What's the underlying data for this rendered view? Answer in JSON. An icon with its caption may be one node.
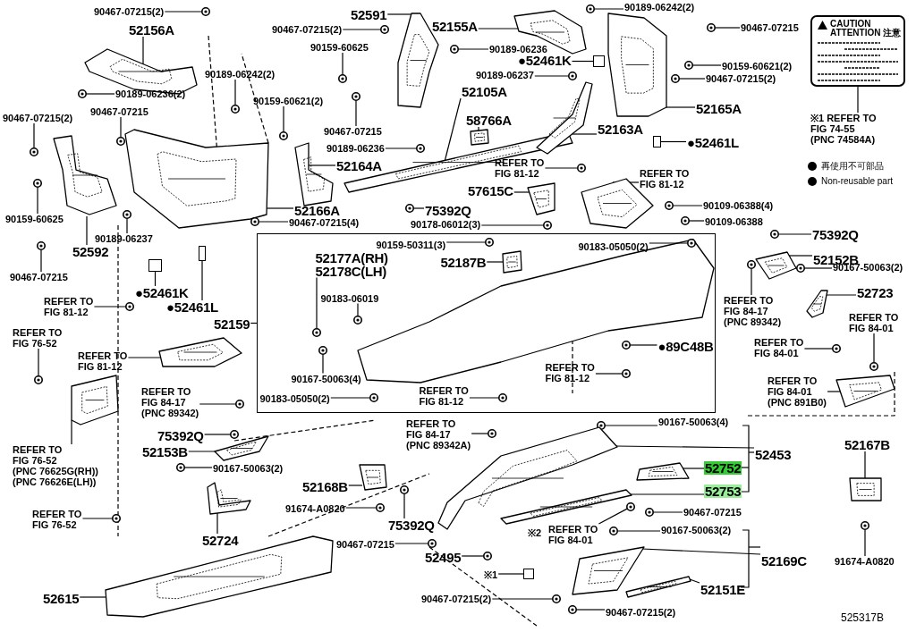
{
  "diagram": {
    "nodes": [
      {
        "text": [
          "90467-07215(2)"
        ]
      },
      {
        "text": [
          "52156A"
        ]
      },
      {
        "text": [
          "90189-06236(2)"
        ]
      },
      {
        "text": [
          "90467-07215"
        ]
      },
      {
        "text": [
          "90467-07215(2)"
        ]
      },
      {
        "text": [
          "90189-06242(2)"
        ]
      },
      {
        "text": [
          "90159-60621(2)"
        ]
      },
      {
        "text": [
          "52591"
        ]
      },
      {
        "text": [
          "90467-07215(2)"
        ]
      },
      {
        "text": [
          "90159-60625"
        ]
      },
      {
        "text": [
          "90467-07215"
        ]
      },
      {
        "text": [
          "90189-06236"
        ]
      },
      {
        "text": [
          "52164A"
        ]
      },
      {
        "text": [
          "52166A"
        ]
      },
      {
        "text": [
          "90159-60625"
        ]
      },
      {
        "text": [
          "52155A"
        ]
      },
      {
        "text": [
          "90189-06242(2)"
        ]
      },
      {
        "text": [
          "90467-07215"
        ]
      },
      {
        "text": [
          "90189-06236"
        ]
      },
      {
        "text": [
          "●52461K"
        ]
      },
      {
        "text": [
          "90189-06237"
        ]
      },
      {
        "text": [
          "52105A"
        ]
      },
      {
        "text": [
          "58766A"
        ]
      },
      {
        "text": [
          "90159-60621(2)"
        ]
      },
      {
        "text": [
          "90467-07215(2)"
        ]
      },
      {
        "text": [
          "52165A"
        ]
      },
      {
        "text": [
          "52163A"
        ]
      },
      {
        "text": [
          "●52461L"
        ]
      },
      {
        "text": [
          "CAUTION ATTENTION 注意"
        ]
      },
      {
        "text": [
          "※1 REFER TO FIG 74-55 (PNC 74584A)"
        ]
      },
      {
        "text": [
          "REFER TO FIG 81-12"
        ]
      },
      {
        "text": [
          "REFER TO FIG 81-12"
        ]
      },
      {
        "text": [
          "57615C"
        ]
      },
      {
        "text": [
          "75392Q"
        ]
      },
      {
        "text": [
          "90178-06012(3)"
        ]
      },
      {
        "text": [
          "90109-06388(4)"
        ]
      },
      {
        "text": [
          "90109-06388"
        ]
      },
      {
        "text": [
          "90467-07215(4)"
        ]
      },
      {
        "text": [
          "52592"
        ]
      },
      {
        "text": [
          "90189-06237"
        ]
      },
      {
        "text": [
          "90467-07215"
        ]
      },
      {
        "text": [
          "●52461K"
        ]
      },
      {
        "text": [
          "●52461L"
        ]
      },
      {
        "text": [
          "REFER TO FIG 81-12"
        ]
      },
      {
        "text": [
          "REFER TO FIG 76-52"
        ]
      },
      {
        "text": [
          "REFER TO FIG 81-12"
        ]
      },
      {
        "text": [
          "52159"
        ]
      },
      {
        "text": [],
        "shape": "box"
      },
      {
        "text": [
          "52177A(RH) 52178C(LH)"
        ],
        "in": 47
      },
      {
        "text": [
          "90183-06019"
        ],
        "in": 47
      },
      {
        "text": [
          "90159-50311(3)"
        ],
        "in": 47
      },
      {
        "text": [
          "52187B"
        ],
        "in": 47
      },
      {
        "text": [
          "90183-05050(2)"
        ],
        "in": 47
      },
      {
        "text": [
          "90167-50063(4)"
        ],
        "in": 47
      },
      {
        "text": [
          "90183-05050(2)"
        ],
        "in": 47
      },
      {
        "text": [
          "REFER TO FIG 81-12"
        ],
        "in": 47
      },
      {
        "text": [
          "REFER TO FIG 81-12"
        ],
        "in": 47
      },
      {
        "text": [
          "●89C48B"
        ],
        "in": 47
      },
      {
        "text": [
          "75392Q"
        ]
      },
      {
        "text": [
          "52152B"
        ]
      },
      {
        "text": [
          "90167-50063(2)"
        ]
      },
      {
        "text": [
          "52723"
        ]
      },
      {
        "text": [
          "REFER TO FIG 84-17 (PNC 89342)"
        ]
      },
      {
        "text": [
          "REFER TO FIG 84-01"
        ]
      },
      {
        "text": [
          "REFER TO FIG 84-01"
        ]
      },
      {
        "text": [
          "REFER TO FIG 84-01 (PNC 891B0)"
        ]
      },
      {
        "text": [
          "REFER TO FIG 84-17 (PNC 89342)"
        ]
      },
      {
        "text": [
          "REFER TO FIG 76-52 (PNC 76625G(RH)) (PNC 76626E(LH))"
        ]
      },
      {
        "text": [
          "75392Q"
        ]
      },
      {
        "text": [
          "52153B"
        ]
      },
      {
        "text": [
          "90167-50063(2)"
        ]
      },
      {
        "text": [
          "REFER TO FIG 76-52"
        ]
      },
      {
        "text": [
          "52724"
        ]
      },
      {
        "text": [
          "52168B"
        ]
      },
      {
        "text": [
          "91674-A0820"
        ]
      },
      {
        "text": [
          "75392Q"
        ]
      },
      {
        "text": [
          "90467-07215"
        ]
      },
      {
        "text": [
          "52495"
        ]
      },
      {
        "text": [
          "52615"
        ]
      },
      {
        "text": [
          "REFER TO FIG 84-17 (PNC 89342A)"
        ]
      },
      {
        "text": [
          "90167-50063(4)"
        ]
      },
      {
        "text": [
          "52453"
        ]
      },
      {
        "text": [
          "52752"
        ]
      },
      {
        "text": [
          "52753"
        ]
      },
      {
        "text": [
          "90467-07215"
        ]
      },
      {
        "text": [
          "REFER TO FIG 84-01"
        ]
      },
      {
        "text": [
          "90167-50063(2)"
        ]
      },
      {
        "text": [
          "52169C"
        ]
      },
      {
        "text": [
          "52151E"
        ]
      },
      {
        "text": [
          "※1"
        ]
      },
      {
        "text": [
          "90467-07215(2)"
        ]
      },
      {
        "text": [
          "90467-07215(2)"
        ]
      },
      {
        "text": [
          "52167B"
        ]
      },
      {
        "text": [
          "91674-A0820"
        ]
      },
      {
        "text": [],
        "shape": "circle"
      },
      {
        "text": [],
        "shape": "picture"
      },
      {
        "text": [],
        "shape": "circle"
      },
      {
        "text": [],
        "shape": "circle"
      },
      {
        "text": [],
        "shape": "circle"
      },
      {
        "text": [],
        "shape": "circle"
      },
      {
        "text": [],
        "shape": "circle"
      },
      {
        "text": [],
        "shape": "picture"
      },
      {
        "text": [],
        "shape": "circle"
      },
      {
        "text": [],
        "shape": "circle"
      },
      {
        "text": [],
        "shape": "circle"
      },
      {
        "text": [],
        "shape": "circle"
      },
      {
        "text": [],
        "shape": "picture"
      },
      {
        "text": [],
        "shape": "picture"
      },
      {
        "text": [],
        "shape": "circle"
      },
      {
        "text": [],
        "shape": "picture"
      },
      {
        "text": [],
        "shape": "circle"
      },
      {
        "text": [],
        "shape": "circle"
      },
      {
        "text": [],
        "shape": "circle"
      },
      {
        "text": [],
        "shape": "box"
      },
      {
        "text": [],
        "shape": "circle"
      },
      {
        "text": [],
        "shape": "picture"
      },
      {
        "text": [],
        "shape": "picture"
      },
      {
        "text": [],
        "shape": "circle"
      },
      {
        "text": [],
        "shape": "circle"
      },
      {
        "text": [],
        "shape": "picture"
      },
      {
        "text": [],
        "shape": "picture"
      },
      {
        "text": [],
        "shape": "box"
      },
      {
        "text": [],
        "shape": "circle"
      },
      {
        "text": [],
        "shape": "picture"
      },
      {
        "text": [],
        "shape": "picture"
      },
      {
        "text": [],
        "shape": "circle"
      },
      {
        "text": [],
        "shape": "circle"
      },
      {
        "text": [],
        "shape": "circle"
      },
      {
        "text": [],
        "shape": "circle"
      },
      {
        "text": [],
        "shape": "circle"
      },
      {
        "text": [],
        "shape": "picture"
      },
      {
        "text": [],
        "shape": "circle"
      },
      {
        "text": [],
        "shape": "circle"
      },
      {
        "text": [],
        "shape": "box"
      },
      {
        "text": [],
        "shape": "box"
      },
      {
        "text": [],
        "shape": "circle"
      },
      {
        "text": [],
        "shape": "circle"
      },
      {
        "text": [],
        "shape": "picture"
      },
      {
        "text": [],
        "shape": "circle",
        "in": 47
      },
      {
        "text": [],
        "shape": "circle",
        "in": 47
      },
      {
        "text": [],
        "shape": "circle",
        "in": 47
      },
      {
        "text": [],
        "shape": "picture",
        "in": 47
      },
      {
        "text": [],
        "shape": "circle",
        "in": 47
      },
      {
        "text": [],
        "shape": "circle",
        "in": 47
      },
      {
        "text": [],
        "shape": "circle",
        "in": 47
      },
      {
        "text": [],
        "shape": "circle",
        "in": 47
      },
      {
        "text": [],
        "shape": "circle",
        "in": 47
      },
      {
        "text": [],
        "shape": "circle",
        "in": 47
      },
      {
        "text": [],
        "shape": "circle"
      },
      {
        "text": [],
        "shape": "picture"
      },
      {
        "text": [],
        "shape": "circle"
      },
      {
        "text": [],
        "shape": "picture"
      },
      {
        "text": [],
        "shape": "circle"
      },
      {
        "text": [],
        "shape": "circle"
      },
      {
        "text": [],
        "shape": "circle"
      },
      {
        "text": [],
        "shape": "picture"
      },
      {
        "text": [],
        "shape": "circle"
      },
      {
        "text": [],
        "shape": "picture"
      },
      {
        "text": [],
        "shape": "circle"
      },
      {
        "text": [],
        "shape": "picture"
      },
      {
        "text": [],
        "shape": "circle"
      },
      {
        "text": [],
        "shape": "circle"
      },
      {
        "text": [],
        "shape": "picture"
      },
      {
        "text": [],
        "shape": "picture"
      },
      {
        "text": [],
        "shape": "circle"
      },
      {
        "text": [],
        "shape": "circle"
      },
      {
        "text": [],
        "shape": "circle"
      },
      {
        "text": [],
        "shape": "circle"
      },
      {
        "text": [],
        "shape": "picture"
      },
      {
        "text": [],
        "shape": "circle"
      },
      {
        "text": [],
        "shape": "circle"
      },
      {
        "text": [],
        "shape": "picture"
      },
      {
        "text": [],
        "shape": "picture"
      },
      {
        "text": [],
        "shape": "picture"
      },
      {
        "text": [],
        "shape": "circle"
      },
      {
        "text": [],
        "shape": "circle"
      },
      {
        "text": [],
        "shape": "circle"
      },
      {
        "text": [],
        "shape": "picture"
      },
      {
        "text": [],
        "shape": "picture"
      },
      {
        "text": [],
        "shape": "box"
      },
      {
        "text": [],
        "shape": "circle"
      },
      {
        "text": [],
        "shape": "circle"
      },
      {
        "text": [],
        "shape": "picture"
      },
      {
        "text": [],
        "shape": "circle"
      }
    ],
    "edges": [
      {
        "from": 0,
        "to": 94,
        "arrow": "none"
      },
      {
        "from": 1,
        "to": 95,
        "arrow": "none"
      },
      {
        "from": 2,
        "to": 96,
        "arrow": "none"
      },
      {
        "from": 3,
        "to": 97,
        "arrow": "none"
      },
      {
        "from": 4,
        "to": 98,
        "arrow": "none"
      },
      {
        "from": 5,
        "to": 99,
        "arrow": "none"
      },
      {
        "from": 6,
        "to": 100,
        "arrow": "none"
      },
      {
        "from": 7,
        "to": 101,
        "arrow": "none"
      },
      {
        "from": 8,
        "to": 102,
        "arrow": "none"
      },
      {
        "from": 9,
        "to": 103,
        "arrow": "none"
      },
      {
        "from": 10,
        "to": 104,
        "arrow": "none"
      },
      {
        "from": 11,
        "to": 105,
        "arrow": "none"
      },
      {
        "from": 12,
        "to": 106,
        "arrow": "none"
      },
      {
        "from": 13,
        "to": 107,
        "arrow": "none"
      },
      {
        "from": 14,
        "to": 108,
        "arrow": "none"
      },
      {
        "from": 15,
        "to": 109,
        "arrow": "none"
      },
      {
        "from": 16,
        "to": 110,
        "arrow": "none"
      },
      {
        "from": 17,
        "to": 111,
        "arrow": "none"
      },
      {
        "from": 18,
        "to": 112,
        "arrow": "none"
      },
      {
        "from": 19,
        "to": 113,
        "arrow": "none"
      },
      {
        "from": 20,
        "to": 114,
        "arrow": "none"
      },
      {
        "from": 21,
        "to": 115,
        "arrow": "none"
      },
      {
        "from": 22,
        "to": 116,
        "arrow": "none"
      },
      {
        "from": 23,
        "to": 117,
        "arrow": "none"
      },
      {
        "from": 24,
        "to": 118,
        "arrow": "none"
      },
      {
        "from": 25,
        "to": 119,
        "arrow": "none"
      },
      {
        "from": 26,
        "to": 120,
        "arrow": "none"
      },
      {
        "from": 27,
        "to": 121,
        "arrow": "none"
      },
      {
        "from": 29,
        "to": 28,
        "arrow": "none"
      },
      {
        "from": 30,
        "to": 122,
        "arrow": "none"
      },
      {
        "from": 31,
        "to": 123,
        "arrow": "none"
      },
      {
        "from": 32,
        "to": 124,
        "arrow": "none"
      },
      {
        "from": 33,
        "to": 125,
        "arrow": "none"
      },
      {
        "from": 34,
        "to": 126,
        "arrow": "none"
      },
      {
        "from": 35,
        "to": 127,
        "arrow": "none"
      },
      {
        "from": 36,
        "to": 128,
        "arrow": "none"
      },
      {
        "from": 37,
        "to": 129,
        "arrow": "none"
      },
      {
        "from": 38,
        "to": 130,
        "arrow": "none"
      },
      {
        "from": 39,
        "to": 131,
        "arrow": "none"
      },
      {
        "from": 40,
        "to": 132,
        "arrow": "none"
      },
      {
        "from": 41,
        "to": 133,
        "arrow": "none"
      },
      {
        "from": 42,
        "to": 134,
        "arrow": "none"
      },
      {
        "from": 43,
        "to": 135,
        "arrow": "none"
      },
      {
        "from": 44,
        "to": 136,
        "arrow": "none"
      },
      {
        "from": 45,
        "to": 137,
        "arrow": "none"
      },
      {
        "from": 46,
        "to": 47,
        "arrow": "none"
      },
      {
        "from": 48,
        "to": 138,
        "arrow": "none"
      },
      {
        "from": 49,
        "to": 139,
        "arrow": "none"
      },
      {
        "from": 50,
        "to": 140,
        "arrow": "none"
      },
      {
        "from": 51,
        "to": 141,
        "arrow": "none"
      },
      {
        "from": 52,
        "to": 142,
        "arrow": "none"
      },
      {
        "from": 53,
        "to": 143,
        "arrow": "none"
      },
      {
        "from": 54,
        "to": 144,
        "arrow": "none"
      },
      {
        "from": 55,
        "to": 145,
        "arrow": "none"
      },
      {
        "from": 56,
        "to": 146,
        "arrow": "none"
      },
      {
        "from": 57,
        "to": 147,
        "arrow": "none"
      },
      {
        "from": 58,
        "to": 148,
        "arrow": "none"
      },
      {
        "from": 59,
        "to": 149,
        "arrow": "none"
      },
      {
        "from": 60,
        "to": 150,
        "arrow": "none"
      },
      {
        "from": 61,
        "to": 151,
        "arrow": "none"
      },
      {
        "from": 62,
        "to": 152,
        "arrow": "none"
      },
      {
        "from": 63,
        "to": 153,
        "arrow": "none"
      },
      {
        "from": 64,
        "to": 154,
        "arrow": "none"
      },
      {
        "from": 65,
        "to": 155,
        "arrow": "none"
      },
      {
        "from": 66,
        "to": 156,
        "arrow": "none"
      },
      {
        "from": 67,
        "to": 157,
        "arrow": "none"
      },
      {
        "from": 68,
        "to": 158,
        "arrow": "none"
      },
      {
        "from": 69,
        "to": 159,
        "arrow": "none"
      },
      {
        "from": 70,
        "to": 160,
        "arrow": "none"
      },
      {
        "from": 71,
        "to": 161,
        "arrow": "none"
      },
      {
        "from": 72,
        "to": 162,
        "arrow": "none"
      },
      {
        "from": 73,
        "to": 163,
        "arrow": "none"
      },
      {
        "from": 74,
        "to": 164,
        "arrow": "none"
      },
      {
        "from": 75,
        "to": 165,
        "arrow": "none"
      },
      {
        "from": 76,
        "to": 166,
        "arrow": "none"
      },
      {
        "from": 77,
        "to": 167,
        "arrow": "none"
      },
      {
        "from": 78,
        "to": 168,
        "arrow": "none"
      },
      {
        "from": 79,
        "to": 169,
        "arrow": "none"
      },
      {
        "from": 80,
        "to": 170,
        "arrow": "none"
      },
      {
        "from": 81,
        "to": 171,
        "arrow": "none"
      },
      {
        "from": 82,
        "to": 172,
        "arrow": "none"
      },
      {
        "from": 83,
        "to": 173,
        "arrow": "none"
      },
      {
        "from": 84,
        "to": 174,
        "arrow": "none"
      },
      {
        "from": 85,
        "to": 175,
        "arrow": "none"
      },
      {
        "from": 86,
        "to": 176,
        "arrow": "none"
      },
      {
        "from": 87,
        "to": 177,
        "arrow": "none"
      },
      {
        "from": 88,
        "to": 178,
        "arrow": "none"
      },
      {
        "from": 89,
        "to": 179,
        "arrow": "none"
      },
      {
        "from": 90,
        "to": 180,
        "arrow": "none"
      },
      {
        "from": 91,
        "to": 181,
        "arrow": "none"
      },
      {
        "from": 92,
        "to": 182,
        "arrow": "none"
      },
      {
        "from": 93,
        "to": 183,
        "arrow": "none"
      }
    ],
    "labels": [
      "※2",
      "525317B"
    ],
    "legend": [
      {
        "text": "再使用不可部品",
        "color": "#000000"
      },
      {
        "text": "Non-reusable part",
        "color": "#000000"
      }
    ]
  }
}
